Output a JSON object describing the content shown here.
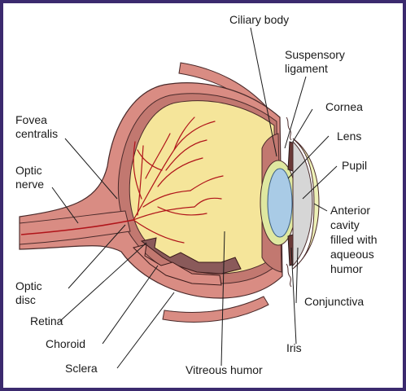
{
  "diagram": {
    "labels": {
      "ciliary_body": "Ciliary body",
      "suspensory_ligament_1": "Suspensory",
      "suspensory_ligament_2": "ligament",
      "cornea": "Cornea",
      "lens": "Lens",
      "pupil": "Pupil",
      "anterior_1": "Anterior",
      "anterior_2": "cavity",
      "anterior_3": "filled with",
      "anterior_4": "aqueous",
      "anterior_5": "humor",
      "fovea_1": "Fovea",
      "fovea_2": "centralis",
      "optic_nerve_1": "Optic",
      "optic_nerve_2": "nerve",
      "optic_disc_1": "Optic",
      "optic_disc_2": "disc",
      "retina": "Retina",
      "choroid": "Choroid",
      "sclera": "Sclera",
      "vitreous": "Vitreous humor",
      "iris": "Iris",
      "conjunctiva": "Conjunctiva"
    }
  },
  "colors": {
    "border": "#3b2a6e",
    "sclera": "#d98c83",
    "sclera_dark": "#b96a63",
    "vitreous": "#f5e59a",
    "blood_vessel": "#b0141a",
    "lens": "#a9cbe6",
    "lens_ring": "#dfe8a0",
    "anterior": "#d6d6d6",
    "cornea": "#eef2b8"
  }
}
